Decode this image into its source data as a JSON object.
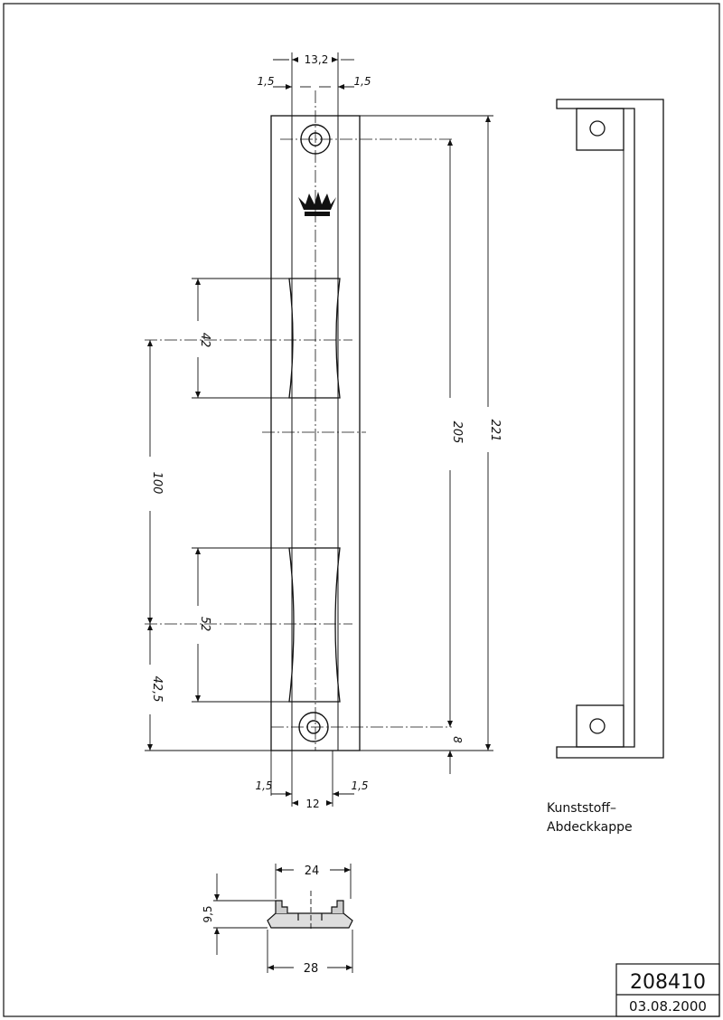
{
  "drawing": {
    "dimensions": {
      "top_width": "13,2",
      "top_left_offset": "1,5",
      "top_right_offset": "1,5",
      "total_length": "221",
      "hole_spacing": "205",
      "bottom_offset": "8",
      "slot_upper": "42",
      "slot_lower": "52",
      "slot_spacing": "100",
      "bottom_hole_offset": "42,5",
      "bottom_width": "12",
      "bottom_left_offset": "1,5",
      "bottom_right_offset": "1,5",
      "profile_top": "24",
      "profile_bottom": "28",
      "profile_height": "9,5"
    },
    "note_line1": "Kunststoff–",
    "note_line2": "Abdeckkappe",
    "title_block": {
      "number": "208410",
      "date": "03.08.2000"
    }
  },
  "colors": {
    "line": "#111111",
    "background": "#ffffff"
  }
}
